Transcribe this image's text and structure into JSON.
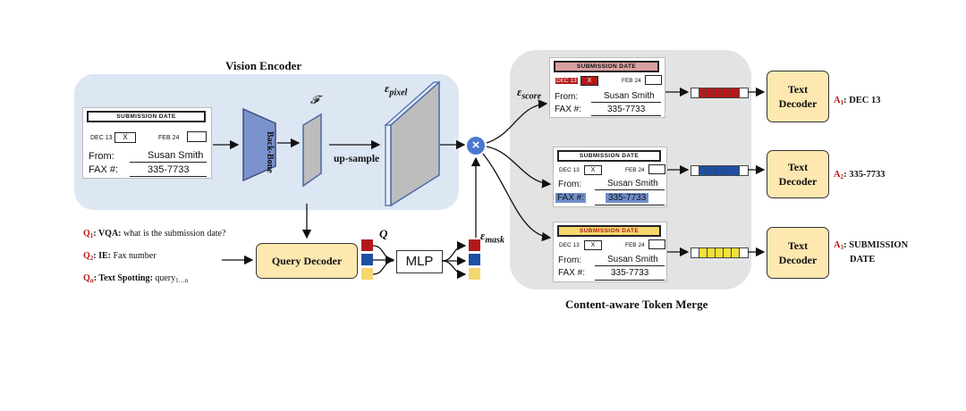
{
  "titles": {
    "vision_encoder": "Vision Encoder",
    "token_merge": "Content-aware Token Merge"
  },
  "labels": {
    "backbone": "Back-Bone",
    "feature": "𝓕",
    "upsample": "up-sample",
    "e_pixel": "ε",
    "e_pixel_sub": "pixel",
    "e_score": "ε",
    "e_score_sub": "score",
    "e_mask": "ε",
    "e_mask_sub": "mask",
    "q": "Q",
    "mlp": "MLP",
    "query_decoder": "Query Decoder",
    "multiply": "×"
  },
  "document": {
    "header": "SUBMISSION DATE",
    "date1": "DEC 13",
    "mark": "X",
    "date2": "FEB 24",
    "from_label": "From:",
    "from_value": "Susan Smith",
    "fax_label": "FAX #:",
    "fax_value": "335-7733"
  },
  "queries": [
    {
      "key": "Q",
      "sub": "1",
      "bold": "VQA:",
      "text": " what is the submission date?"
    },
    {
      "key": "Q",
      "sub": "2",
      "bold": "IE:",
      "text": " Fax number"
    },
    {
      "key": "Q",
      "sub": "n",
      "bold": "Text Spotting:",
      "text": " query",
      "text_sub": "1…n"
    }
  ],
  "decoders": [
    {
      "label": "Text Decoder",
      "answer_key": "A",
      "answer_sub": "1",
      "answer_text": ": DEC 13"
    },
    {
      "label": "Text Decoder",
      "answer_key": "A",
      "answer_sub": "2",
      "answer_text": ": 335-7733"
    },
    {
      "label": "Text Decoder",
      "answer_key": "A",
      "answer_sub": "3",
      "answer_text": ": SUBMISSION",
      "answer_text2": "DATE"
    }
  ],
  "colors": {
    "red": "#b3191b",
    "blue": "#1f4fa3",
    "yellow": "#f5d76e",
    "decoder_bg": "#fde8b0",
    "backbone": "#7b93cc",
    "multiply": "#4a78d0"
  }
}
